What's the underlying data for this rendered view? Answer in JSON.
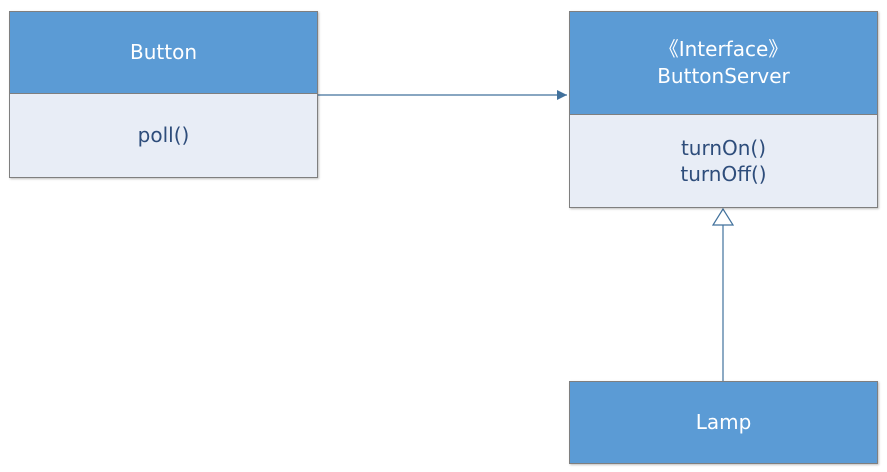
{
  "classes": {
    "button": {
      "name": "Button",
      "methods": [
        "poll()"
      ]
    },
    "button_server": {
      "stereotype": "《Interface》",
      "name": "ButtonServer",
      "methods": [
        "turnOn()",
        "turnOff()"
      ]
    },
    "lamp": {
      "name": "Lamp"
    }
  },
  "relationships": [
    {
      "type": "association",
      "from": "Button",
      "to": "ButtonServer"
    },
    {
      "type": "realization",
      "from": "Lamp",
      "to": "ButtonServer"
    }
  ],
  "colors": {
    "header_fill": "#5b9bd5",
    "body_fill": "#e8edf6",
    "border": "#7f7f7f",
    "connector": "#41719c",
    "method_text": "#2e4d7b"
  }
}
